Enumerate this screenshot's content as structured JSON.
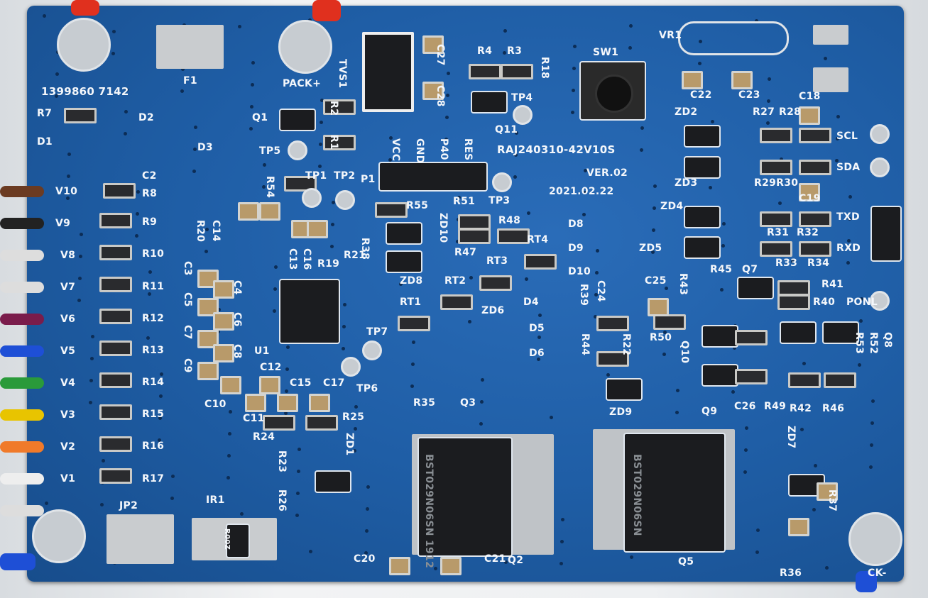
{
  "board": {
    "model": "RAJ240310-42V10S",
    "version": "VER.02",
    "date": "2021.02.22",
    "colors": {
      "pcb": "#1f5ea6",
      "silkscreen": "#f4f7fb",
      "pad": "#c9cccf",
      "ic": "#1b1c1f"
    },
    "header_pins": [
      "VCC",
      "GND",
      "P40",
      "RES"
    ],
    "connector_labels": [
      "PACK+",
      "SCL",
      "SDA",
      "TXD",
      "RXD",
      "PONL",
      "CK-"
    ],
    "cell_taps": [
      "V1",
      "V2",
      "V3",
      "V4",
      "V5",
      "V6",
      "V7",
      "V8",
      "V9",
      "V10"
    ],
    "designators": [
      "F1",
      "TVS1",
      "C27",
      "C28",
      "R4",
      "R3",
      "R18",
      "SW1",
      "VR1",
      "C22",
      "C23",
      "C18",
      "ZD2",
      "R27",
      "R28",
      "ZD3",
      "R29R30",
      "C19",
      "ZD4",
      "R31",
      "R32",
      "R33",
      "R34",
      "ZD5",
      "D8",
      "D9",
      "D10",
      "Q1",
      "TP5",
      "R2",
      "R1",
      "D2",
      "D1",
      "R7",
      "D3",
      "Q11",
      "TP4",
      "P1",
      "TP1",
      "TP2",
      "R54",
      "TP3",
      "R55",
      "R51",
      "R48",
      "R47",
      "ZD10",
      "RT4",
      "RT3",
      "RT2",
      "RT1",
      "ZD6",
      "ZD8",
      "R20",
      "C14",
      "C13",
      "C16",
      "R19",
      "R21",
      "R38",
      "C3",
      "C4",
      "C5",
      "C6",
      "C7",
      "C8",
      "C9",
      "U1",
      "TP7",
      "TP6",
      "R35",
      "Q3",
      "D4",
      "D5",
      "D6",
      "R39",
      "C24",
      "R44",
      "R22",
      "R50",
      "C25",
      "R43",
      "R45",
      "Q7",
      "R41",
      "R40",
      "Q10",
      "R53",
      "R52",
      "Q8",
      "Q9",
      "C26",
      "R49",
      "R42",
      "R46",
      "ZD9",
      "C10",
      "C11",
      "C12",
      "C15",
      "C17",
      "R24",
      "R25",
      "R23",
      "R26",
      "ZD1",
      "IR1",
      "JP2",
      "Q2",
      "Q5",
      "C20",
      "C21",
      "ZD7",
      "R37",
      "R36",
      "C2",
      "R8",
      "R9",
      "R10",
      "R11",
      "R12",
      "R13",
      "R14",
      "R15",
      "R16",
      "R17"
    ],
    "part_markings": {
      "q2": "BST029N06SN 1912",
      "q5": "BST029N06SN",
      "ir1": "R00Z",
      "top_left": "1399860 7142"
    }
  }
}
